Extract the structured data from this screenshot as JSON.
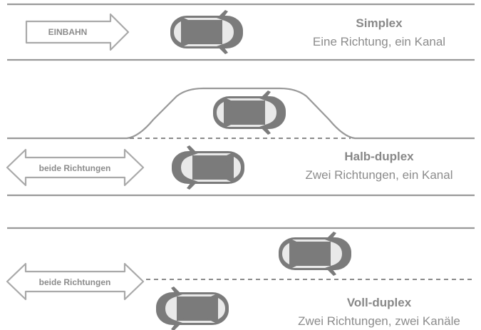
{
  "colors": {
    "road": "#999999",
    "car": "#7b7b7b",
    "text": "#8c8c8c",
    "background": "#ffffff"
  },
  "sections": {
    "simplex": {
      "arrow_label": "EINBAHN",
      "title": "Simplex",
      "description": "Eine Richtung, ein Kanal"
    },
    "half_duplex": {
      "arrow_label": "beide Richtungen",
      "title": "Halb-duplex",
      "description": "Zwei Richtungen, ein Kanal"
    },
    "full_duplex": {
      "arrow_label": "beide Richtungen",
      "title": "Voll-duplex",
      "description": "Zwei Richtungen, zwei Kanäle"
    }
  },
  "icons": {
    "car": "car-icon",
    "one_way_arrow": "right-arrow-icon",
    "two_way_arrow": "double-arrow-icon"
  }
}
